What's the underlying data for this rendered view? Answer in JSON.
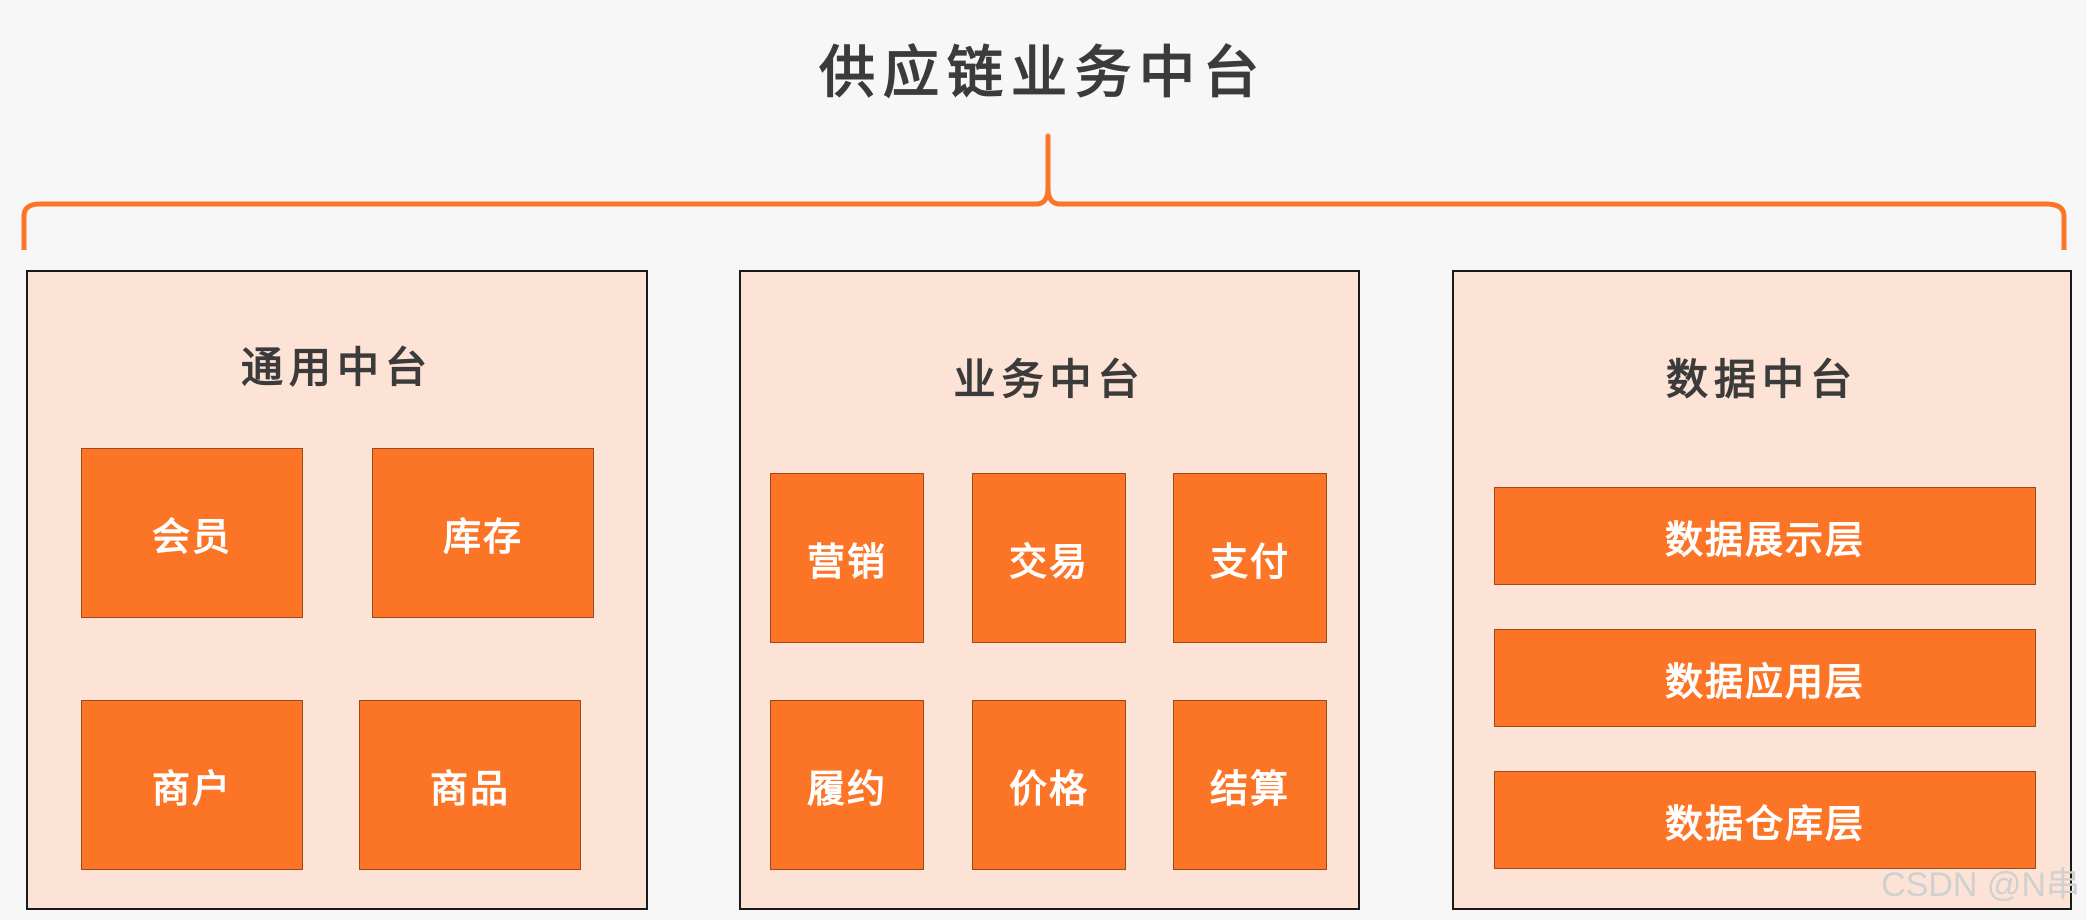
{
  "title": "供应链业务中台",
  "colors": {
    "accent": "#fc7426",
    "panel_bg": "#fde3d5",
    "text": "#3b3b3b"
  },
  "panels": [
    {
      "title": "通用中台",
      "items": [
        "会员",
        "库存",
        "商户",
        "商品"
      ]
    },
    {
      "title": "业务中台",
      "items": [
        "营销",
        "交易",
        "支付",
        "履约",
        "价格",
        "结算"
      ]
    },
    {
      "title": "数据中台",
      "items": [
        "数据展示层",
        "数据应用层",
        "数据仓库层"
      ]
    }
  ],
  "watermark": "CSDN @N串"
}
